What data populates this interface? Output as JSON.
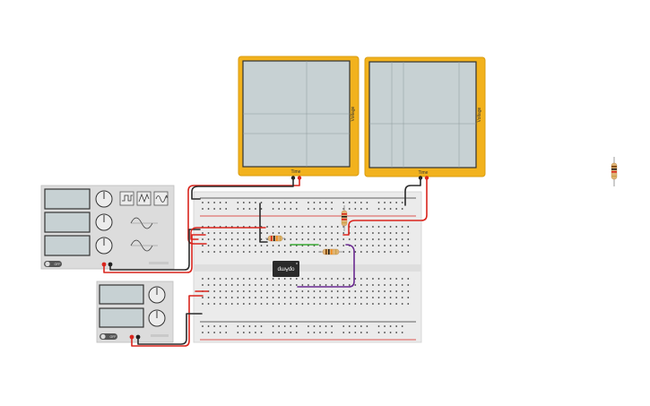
{
  "scope_left": {
    "x_label": "Time",
    "y_label": "Voltage"
  },
  "scope_right": {
    "x_label": "Time",
    "y_label": "Voltage"
  },
  "function_generator": {
    "power_label": "OFF"
  },
  "power_supply": {
    "power_label": "OFF"
  },
  "chip": {
    "label": "opAmp"
  },
  "colors": {
    "scope_frame": "#f2b21d",
    "screen": "#c7d1d3",
    "wire_red": "#d9251d",
    "wire_black": "#2b2b2b",
    "wire_purple": "#6b2a91",
    "wire_green": "#3aa935"
  }
}
